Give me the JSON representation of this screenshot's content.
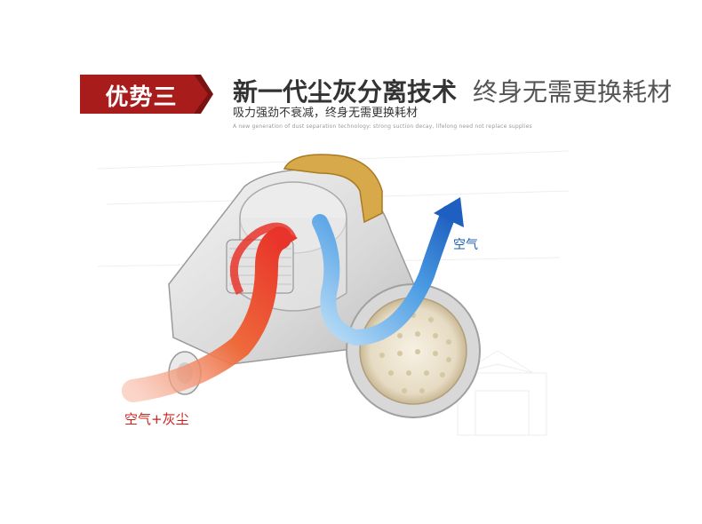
{
  "badge": {
    "label": "优势三"
  },
  "headline": {
    "main": "新一代尘灰分离技术",
    "secondary": "终身无需更换耗材"
  },
  "subline": "吸力强劲不衰减，终身无需更换耗材",
  "english_line": "A new generation of dust separation technology: strong suction decay, lifelong need not replace supplies",
  "labels": {
    "air_out": "空气",
    "air_in": "空气+灰尘"
  },
  "colors": {
    "badge_red": "#a81c1c",
    "inflow_red": "#e8342a",
    "outflow_blue": "#1e6fd0",
    "handle_gold": "#c99a3a"
  }
}
